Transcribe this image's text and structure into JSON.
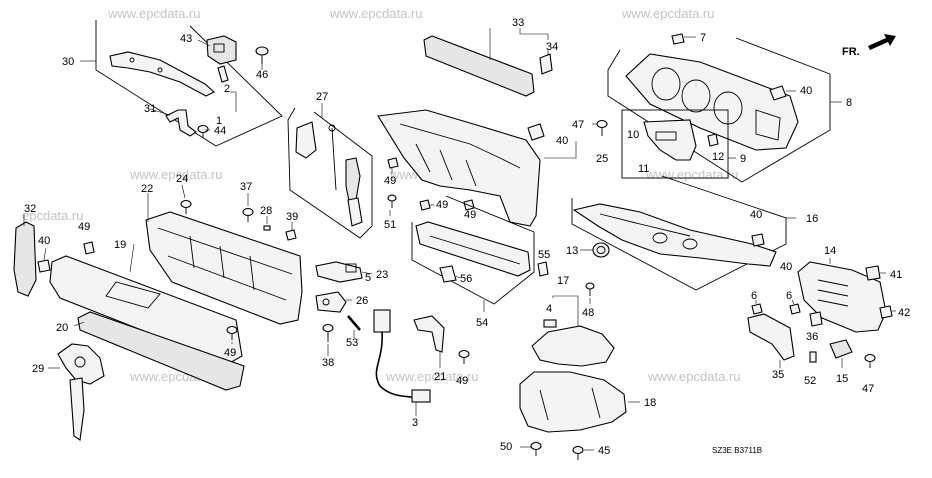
{
  "watermark": "www.epcdata.ru",
  "short_watermark": "epcdata.ru",
  "direction_label": "FR.",
  "diagram_code": "SZ3E   B3711B",
  "labels": [
    "1",
    "2",
    "3",
    "4",
    "5",
    "6",
    "6",
    "7",
    "8",
    "9",
    "10",
    "11",
    "12",
    "13",
    "14",
    "15",
    "16",
    "17",
    "18",
    "19",
    "20",
    "21",
    "22",
    "23",
    "24",
    "25",
    "26",
    "27",
    "28",
    "29",
    "30",
    "31",
    "32",
    "33",
    "34",
    "35",
    "36",
    "37",
    "38",
    "39",
    "40",
    "40",
    "40",
    "40",
    "40",
    "41",
    "42",
    "43",
    "44",
    "45",
    "46",
    "47",
    "47",
    "48",
    "49",
    "49",
    "49",
    "49",
    "49",
    "49",
    "50",
    "51",
    "52",
    "53",
    "54",
    "55",
    "56"
  ]
}
